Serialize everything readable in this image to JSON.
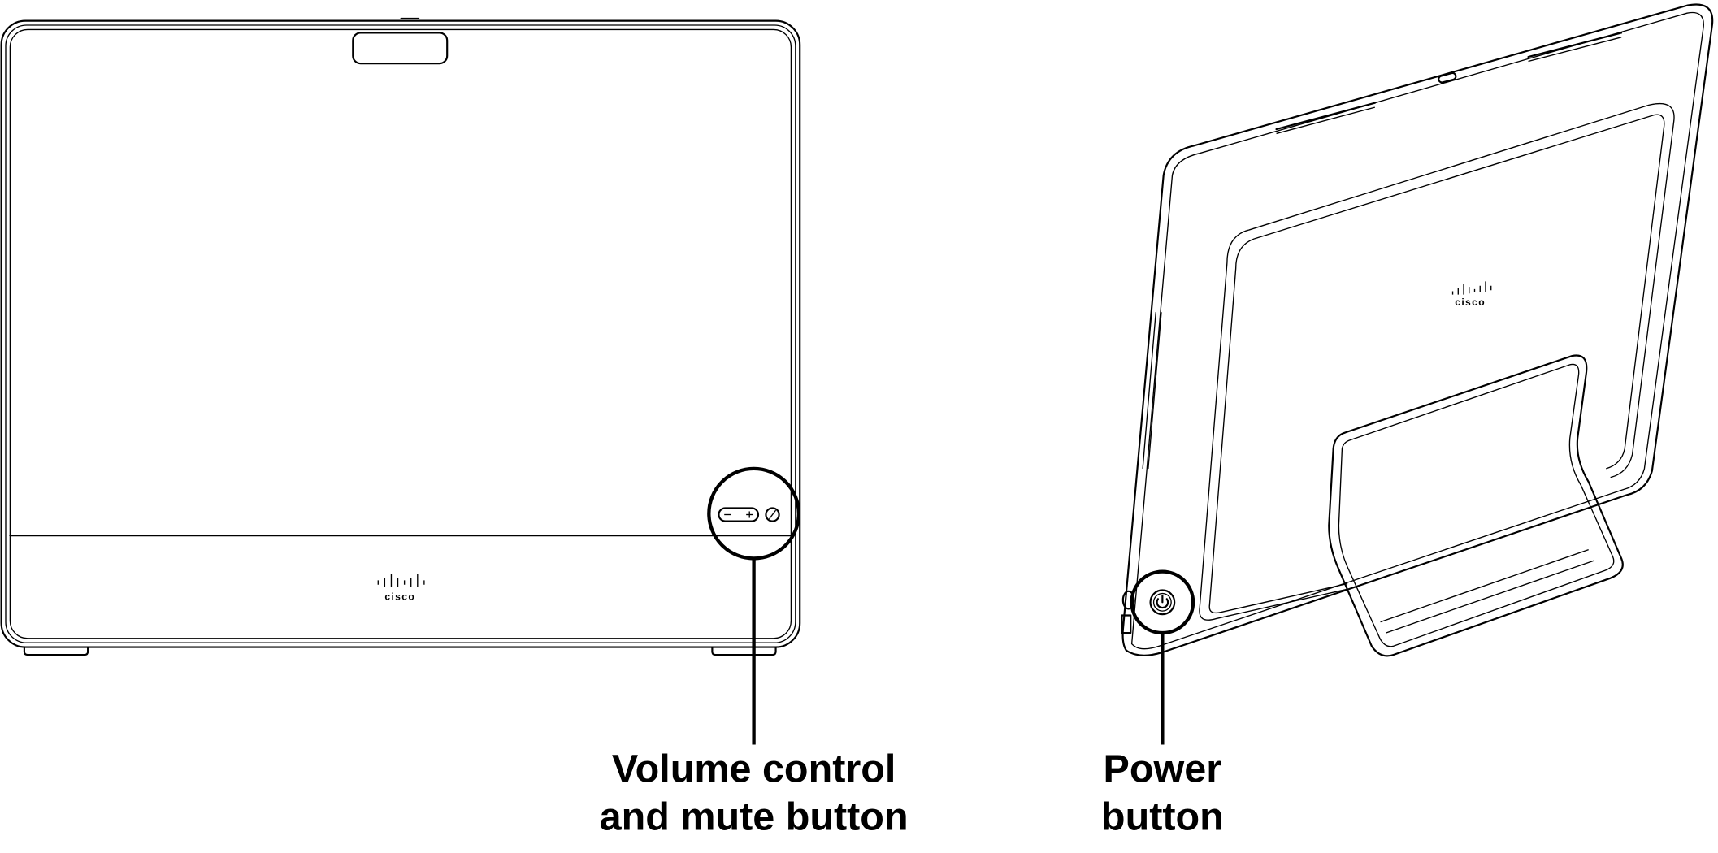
{
  "front_view": {
    "logo_text": "cisco",
    "callout": {
      "line1": "Volume control",
      "line2": "and mute button"
    }
  },
  "side_view": {
    "logo_text": "cisco",
    "callout": {
      "line1": "Power",
      "line2": "button"
    }
  }
}
